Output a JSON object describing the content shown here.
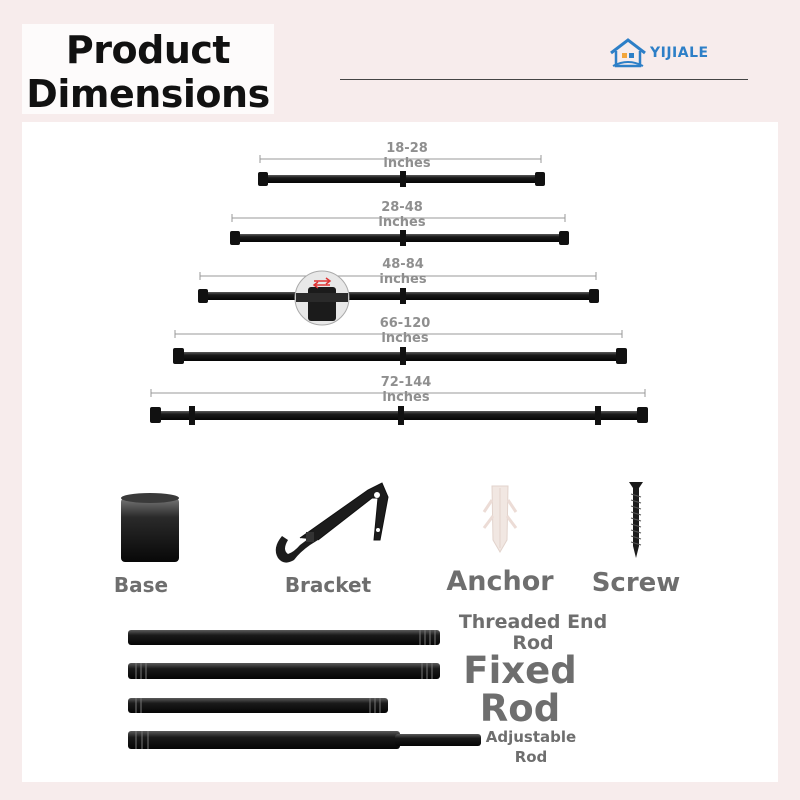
{
  "header": {
    "title_line1": "Product",
    "title_line2": "Dimensions",
    "brand": "YIJIALE"
  },
  "rods": [
    {
      "dimension": "18-28",
      "unit": "inches"
    },
    {
      "dimension": "28-48",
      "unit": "inches"
    },
    {
      "dimension": "48-84",
      "unit": "inches"
    },
    {
      "dimension": "66-120",
      "unit": "inches"
    },
    {
      "dimension": "72-144",
      "unit": "inches"
    }
  ],
  "parts": {
    "base": "Base",
    "bracket": "Bracket",
    "anchor": "Anchor",
    "screw": "Screw"
  },
  "rod_types": {
    "threaded_line1": "Threaded End",
    "threaded_line2": "Rod",
    "fixed_line1": "Fixed",
    "fixed_line2": "Rod",
    "adjustable_line1": "Adjustable",
    "adjustable_line2": "Rod"
  },
  "colors": {
    "background": "#f7ecec",
    "panel": "#ffffff",
    "rod": "#1a1a1a",
    "label": "#6e6e6e",
    "brand": "#2d7fc7"
  }
}
